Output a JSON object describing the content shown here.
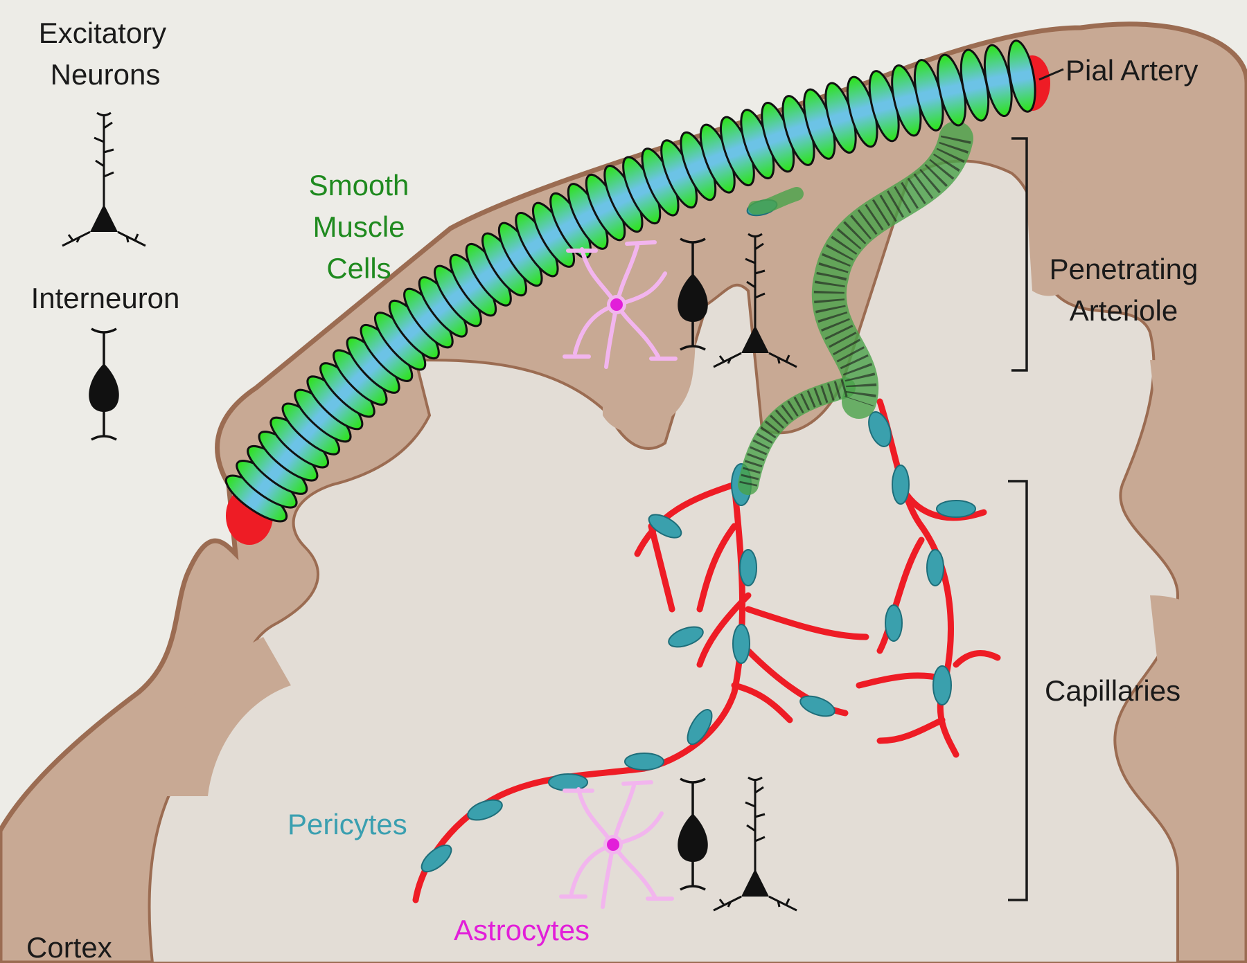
{
  "labels": {
    "excitatory_line1": "Excitatory",
    "excitatory_line2": "Neurons",
    "interneuron": "Interneuron",
    "smooth_line1": "Smooth",
    "smooth_line2": "Muscle",
    "smooth_line3": "Cells",
    "pial_artery": "Pial Artery",
    "penetrating_line1": "Penetrating",
    "penetrating_line2": "Arteriole",
    "capillaries": "Capillaries",
    "pericytes": "Pericytes",
    "astrocytes": "Astrocytes",
    "cortex": "Cortex"
  },
  "colors": {
    "background": "#edece7",
    "cortex_tissue": "#c8a994",
    "cortex_outline": "#9b6c52",
    "white_matter": "#e3ddd6",
    "smooth_muscle": "#34e61f",
    "smooth_muscle_core": "#5fb7d8",
    "vessel": "#ee1c25",
    "pericyte": "#3aa0ad",
    "astrocyte": "#f2b5ee",
    "astrocyte_nucleus": "#e21ed9",
    "neuron": "#111111"
  },
  "icons": [
    "pyramidal-neuron-icon",
    "interneuron-icon",
    "astrocyte-icon",
    "pericyte-icon",
    "smooth-muscle-ring-icon"
  ]
}
